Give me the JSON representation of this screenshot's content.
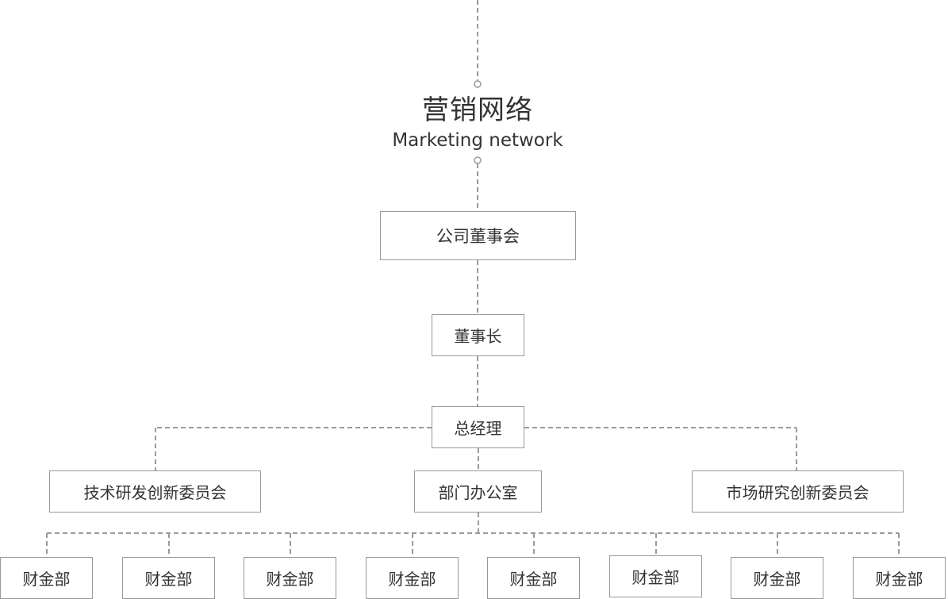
{
  "title": {
    "cn": "营销网络",
    "en": "Marketing network"
  },
  "board": "公司董事会",
  "chairman": "董事长",
  "general_manager": "总经理",
  "committees": {
    "tech": "技术研发创新委员会",
    "office": "部门办公室",
    "market": "市场研究创新委员会"
  },
  "departments": [
    "财金部",
    "财金部",
    "财金部",
    "财金部",
    "财金部",
    "财金部",
    "财金部",
    "财金部"
  ],
  "colors": {
    "line": "#9a9a9a",
    "border": "#999999",
    "text": "#333333"
  }
}
